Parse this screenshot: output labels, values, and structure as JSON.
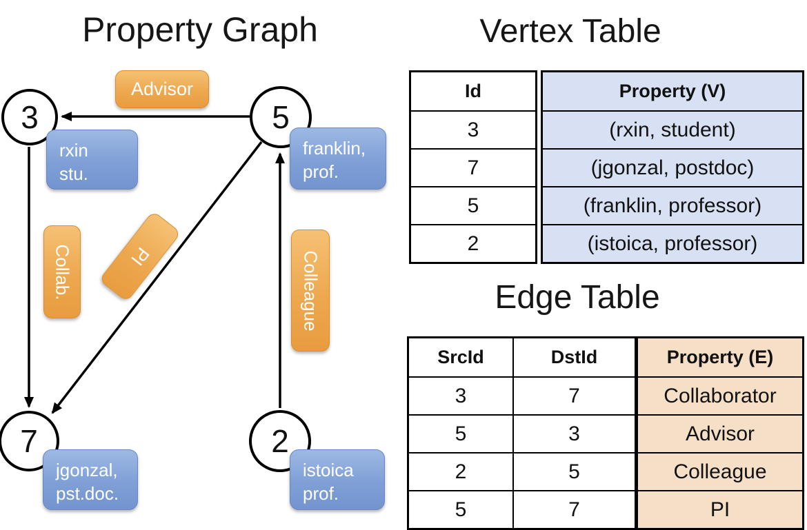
{
  "graph": {
    "title": "Property Graph",
    "nodes": [
      {
        "id": "3",
        "lines": [
          "rxin",
          "stu."
        ]
      },
      {
        "id": "5",
        "lines": [
          "franklin,",
          "prof."
        ]
      },
      {
        "id": "7",
        "lines": [
          "jgonzal,",
          "pst.doc."
        ]
      },
      {
        "id": "2",
        "lines": [
          "istoica",
          "prof."
        ]
      }
    ],
    "edge_labels": {
      "advisor": "Advisor",
      "collab": "Collab.",
      "pi": "PI",
      "colleague": "Colleague"
    }
  },
  "vertex_table": {
    "title": "Vertex Table",
    "col_id": "Id",
    "col_property": "Property (V)",
    "rows": [
      {
        "id": "3",
        "property": "(rxin, student)"
      },
      {
        "id": "7",
        "property": "(jgonzal, postdoc)"
      },
      {
        "id": "5",
        "property": "(franklin, professor)"
      },
      {
        "id": "2",
        "property": "(istoica, professor)"
      }
    ]
  },
  "edge_table": {
    "title": "Edge Table",
    "col_src": "SrcId",
    "col_dst": "DstId",
    "col_property": "Property (E)",
    "rows": [
      {
        "src": "3",
        "dst": "7",
        "property": "Collaborator"
      },
      {
        "src": "5",
        "dst": "3",
        "property": "Advisor"
      },
      {
        "src": "2",
        "dst": "5",
        "property": "Colleague"
      },
      {
        "src": "5",
        "dst": "7",
        "property": "PI"
      }
    ]
  },
  "colors": {
    "edge_label_orange_top": "#f5c174",
    "edge_label_orange_bottom": "#e89c3f",
    "vertex_label_blue_top": "#9db9e4",
    "vertex_label_blue_bottom": "#7394cf",
    "vertex_property_cell": "#d7e1f3",
    "edge_property_cell": "#f5dfc6",
    "line_color": "#000000"
  }
}
